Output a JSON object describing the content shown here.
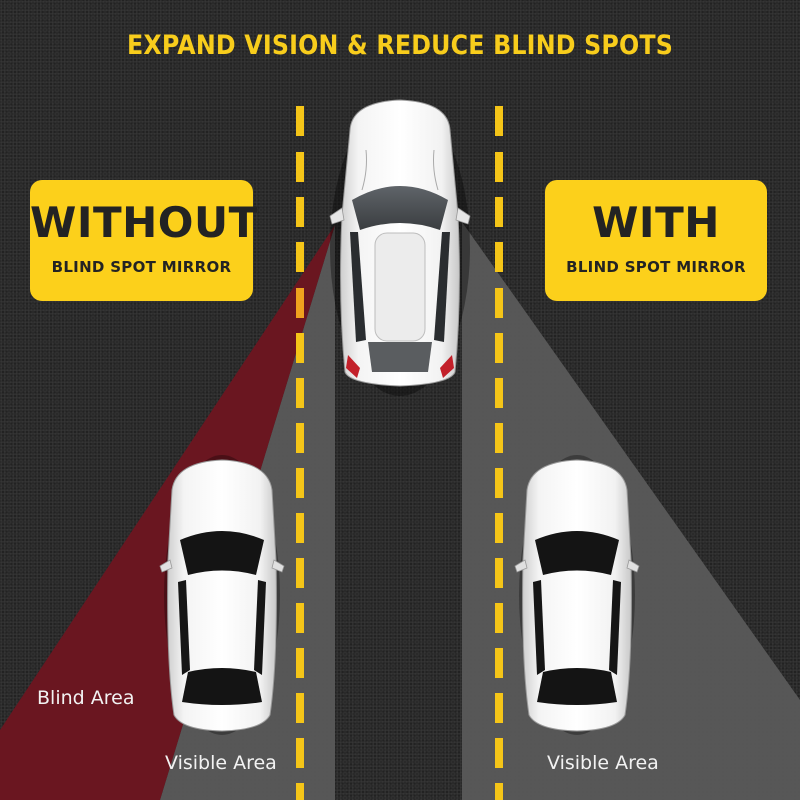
{
  "header": {
    "title": "EXPAND VISION & REDUCE BLIND SPOTS"
  },
  "panels": {
    "without": {
      "heading": "WITHOUT",
      "subheading": "BLIND SPOT MIRROR"
    },
    "with": {
      "heading": "WITH",
      "subheading": "BLIND SPOT MIRROR"
    }
  },
  "labels": {
    "blind_area": "Blind Area",
    "visible_area_left": "Visible Area",
    "visible_area_right": "Visible Area"
  },
  "colors": {
    "asphalt": "#2a2a2a",
    "accent_yellow": "#fcd01b",
    "title_yellow": "#f8cd1c",
    "blind_red": "#6e1620",
    "visible_gray": "#5c5c5c",
    "lane_yellow": "#f5c518"
  },
  "icons": {
    "top_car": "suv-top-view",
    "bottom_left_car": "sedan-top-view",
    "bottom_right_car": "sedan-top-view"
  }
}
